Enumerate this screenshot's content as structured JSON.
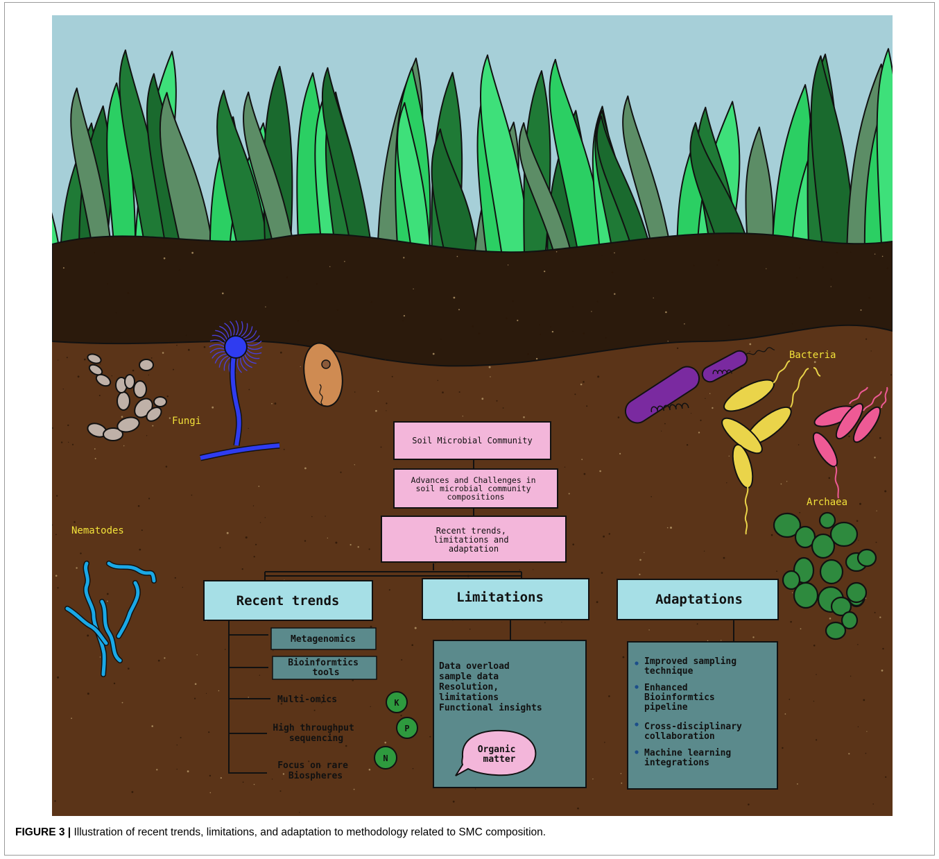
{
  "organism_labels": {
    "fungi": "Fungi",
    "bacteria": "Bacteria",
    "archaea": "Archaea",
    "nematodes": "Nematodes"
  },
  "flow": {
    "root": "Soil Microbial Community",
    "level2": [
      "Advances and Challenges in",
      "soil microbial community",
      "compositions"
    ],
    "level3": [
      "Recent trends,",
      "limitations and",
      "adaptation"
    ]
  },
  "branches": {
    "recent_trends": {
      "title": "Recent trends",
      "items": [
        [
          "Metagenomics"
        ],
        [
          "Bioinformtics",
          "tools"
        ],
        [
          "Multi-omics"
        ],
        [
          "High throughput",
          "sequencing"
        ],
        [
          "Focus on rare",
          "Biospheres"
        ]
      ]
    },
    "limitations": {
      "title": "Limitations",
      "lines": [
        "Data overload",
        "sample data",
        "Resolution,",
        "limitations",
        "Functional insights"
      ],
      "bubble": [
        "Organic",
        "matter"
      ]
    },
    "adaptations": {
      "title": "Adaptations",
      "items": [
        [
          "Improved sampling",
          "technique"
        ],
        [
          "Enhanced",
          "Bioinformtics",
          "pipeline"
        ],
        [
          "Cross-disciplinary",
          "collaboration"
        ],
        [
          "Machine learning",
          "integrations"
        ]
      ]
    }
  },
  "nutrients": [
    "K",
    "P",
    "N"
  ],
  "colors": {
    "sky": "#a6cfd8",
    "topsoil": "#2b1a0c",
    "soil": "#5b3418",
    "pink_box": "#f3b6da",
    "cyan_box": "#a6dfe6",
    "teal_box": "#5b8a8c",
    "label_yellow": "#f2e23a"
  },
  "caption": {
    "prefix": "FIGURE 3 |",
    "text": " Illustration of recent trends, limitations, and adaptation to methodology related to SMC composition."
  }
}
